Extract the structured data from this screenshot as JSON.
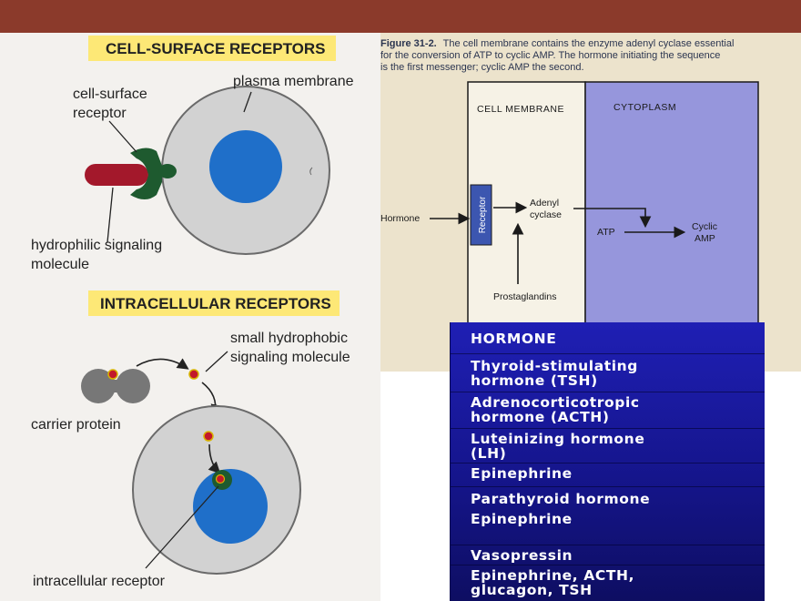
{
  "left_diagram": {
    "cell_surface_title": "CELL-SURFACE RECEPTORS",
    "label_cell_surface_receptor_1": "cell-surface",
    "label_cell_surface_receptor_2": "receptor",
    "label_plasma_membrane": "plasma membrane",
    "label_hydrophilic_1": "hydrophilic signaling",
    "label_hydrophilic_2": "molecule",
    "intracellular_title": "INTRACELLULAR RECEPTORS",
    "label_small_hydrophobic_1": "small hydrophobic",
    "label_small_hydrophobic_2": "signaling molecule",
    "label_carrier_protein": "carrier protein",
    "label_intracellular_receptor": "intracellular receptor"
  },
  "figure": {
    "caption_bold": "Figure 31-2.",
    "caption_line1": "The cell membrane contains the enzyme adenyl cyclase essential",
    "caption_line2": "for the conversion of ATP to cyclic AMP. The hormone initiating the sequence",
    "caption_line3": "is the first messenger; cyclic AMP the second.",
    "cell_membrane": "CELL MEMBRANE",
    "cytoplasm": "CYTOPLASM",
    "hormone": "Hormone",
    "receptor": "Receptor",
    "adenyl": "Adenyl",
    "cyclase": "cyclase",
    "atp": "ATP",
    "cyclic": "Cyclic",
    "amp": "AMP",
    "prostaglandins": "Prostaglandins"
  },
  "hormone_table": {
    "header": "HORMONE",
    "rows": [
      [
        "Thyroid-stimulating",
        "hormone (TSH)"
      ],
      [
        "Adrenocorticotropic",
        "hormone (ACTH)"
      ],
      [
        "Luteinizing hormone",
        "(LH)"
      ],
      [
        "Epinephrine"
      ],
      [
        "Parathyroid hormone"
      ],
      [
        "Epinephrine"
      ],
      [
        "Vasopressin"
      ],
      [
        "Epinephrine, ACTH,",
        "glucagon, TSH"
      ]
    ]
  },
  "colors": {
    "top_bar": "#8b3a2b",
    "receptor_green": "#1e5a2f",
    "nucleus_blue": "#1f6fc9",
    "signal_red": "#a3182b",
    "cytoplasm_purple": "#9696dc",
    "table_blue": "#1a1aa0",
    "title_highlight": "#fde876"
  }
}
